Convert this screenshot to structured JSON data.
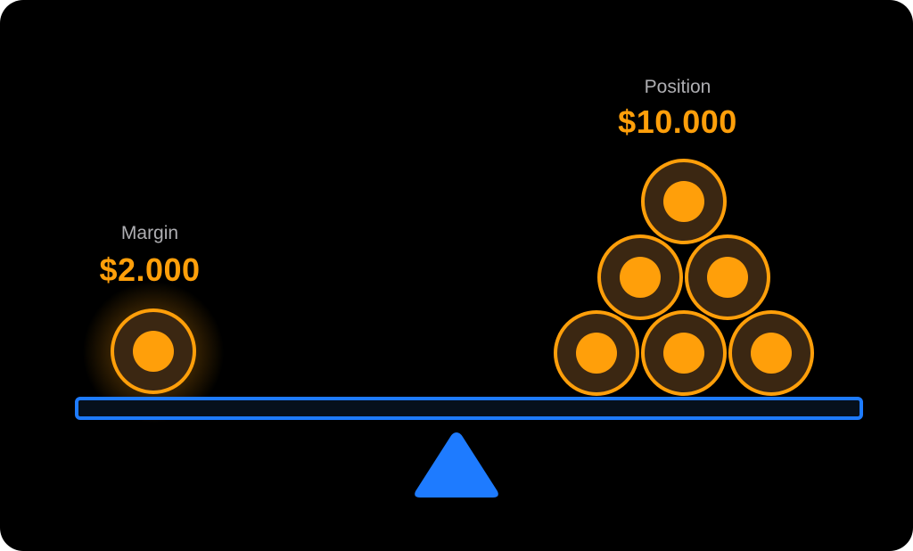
{
  "margin": {
    "label": "Margin",
    "amount": "$2.000",
    "coin_count": 1
  },
  "position": {
    "label": "Position",
    "amount": "$10.000",
    "coin_count": 6
  },
  "colors": {
    "background": "#000000",
    "accent_orange": "#ff9f0a",
    "coin_ring_fill": "#3b2712",
    "beam_blue": "#1e7bff",
    "label_gray": "#aeaeb2"
  },
  "icons": {
    "coin": "coin-icon",
    "fulcrum": "triangle-fulcrum-icon"
  }
}
